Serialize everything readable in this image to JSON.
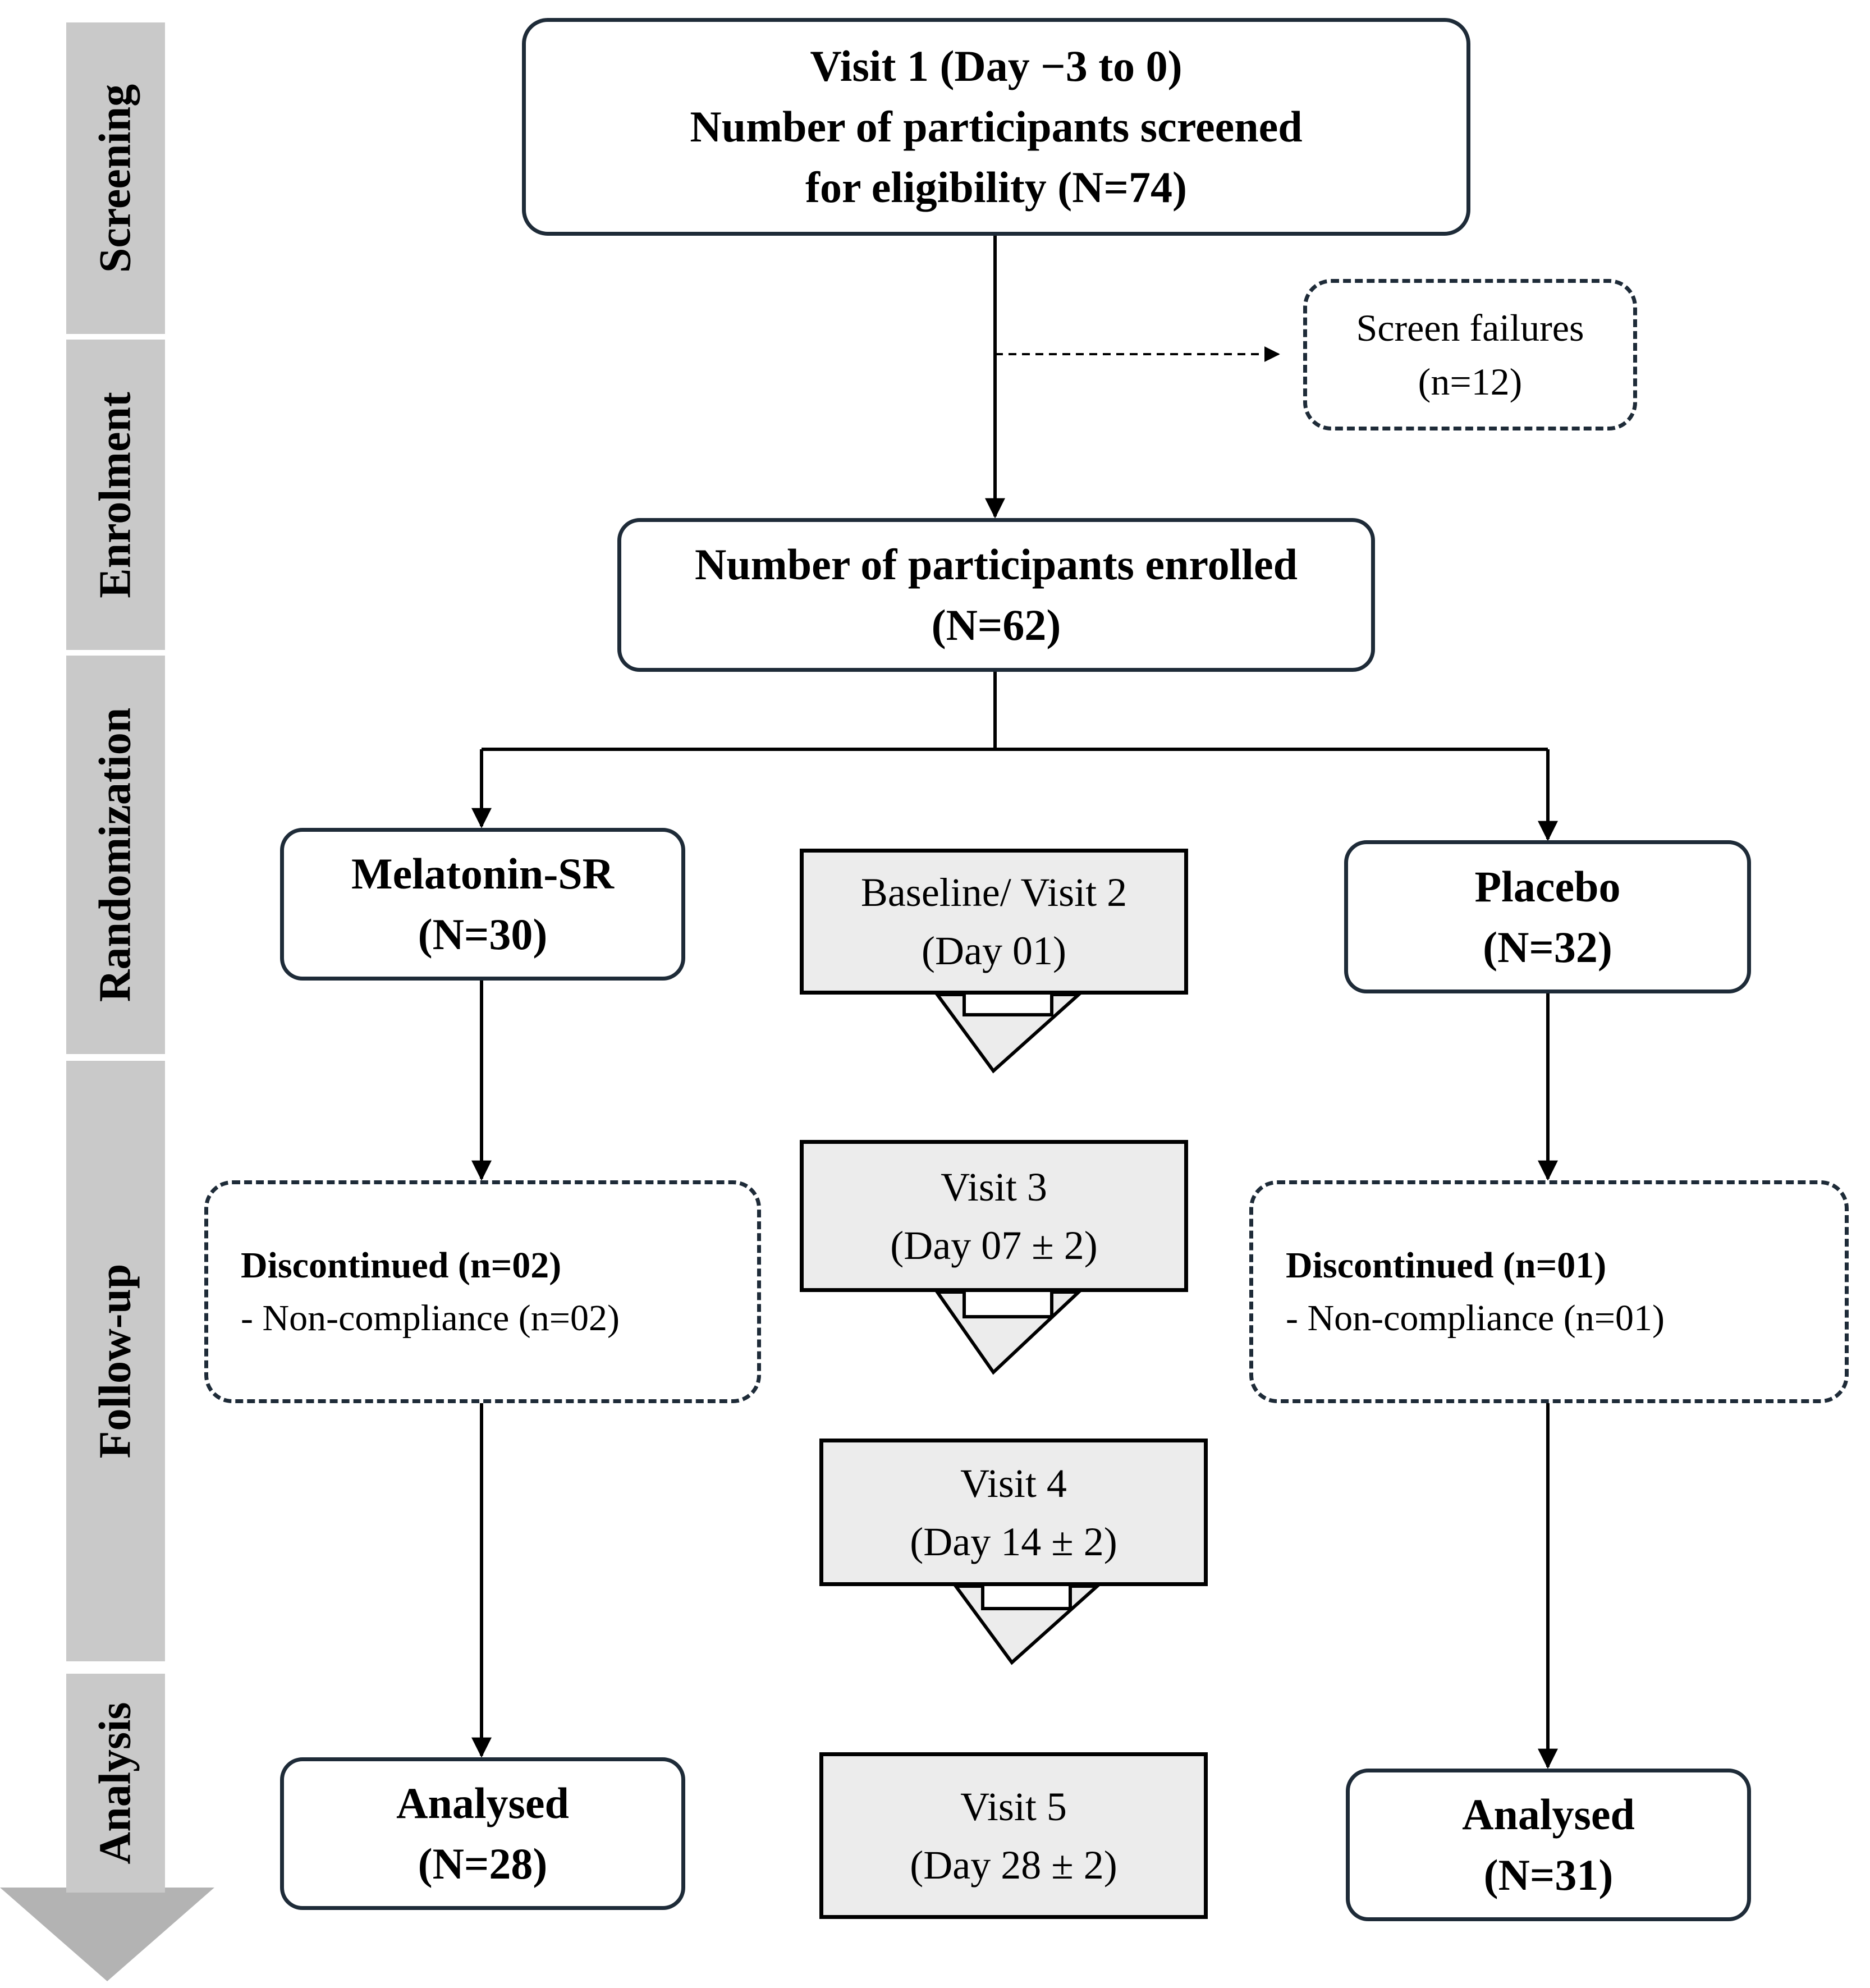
{
  "phases": [
    "Screening",
    "Enrolment",
    "Randomization",
    "Follow-up",
    "Analysis"
  ],
  "screening_box": {
    "line1": "Visit 1 (Day −3 to 0)",
    "line2": "Number of participants screened",
    "line3": "for eligibility (N=74)"
  },
  "screen_failures": {
    "line1": "Screen failures",
    "line2": "(n=12)"
  },
  "enrolled_box": {
    "line1": "Number of participants enrolled",
    "line2": "(N=62)"
  },
  "arms": {
    "melatonin": {
      "name": "Melatonin-SR",
      "n": "(N=30)",
      "discontinued": "Discontinued (n=02)",
      "reason": "- Non-compliance (n=02)",
      "analysed": "Analysed",
      "analysed_n": "(N=28)"
    },
    "placebo": {
      "name": "Placebo",
      "n": "(N=32)",
      "discontinued": "Discontinued (n=01)",
      "reason": "-  Non-compliance (n=01)",
      "analysed": "Analysed",
      "analysed_n": "(N=31)"
    }
  },
  "visits": [
    {
      "label": "Baseline/ Visit 2",
      "day": "(Day 01)"
    },
    {
      "label": "Visit 3",
      "day": "(Day 07 ± 2)"
    },
    {
      "label": "Visit 4",
      "day": "(Day 14 ± 2)"
    },
    {
      "label": "Visit 5",
      "day": "(Day 28 ± 2)"
    }
  ],
  "colors": {
    "phase_bar": "#c9c9c9",
    "box_border": "#1e2b38",
    "visit_box_fill": "#ececec"
  }
}
